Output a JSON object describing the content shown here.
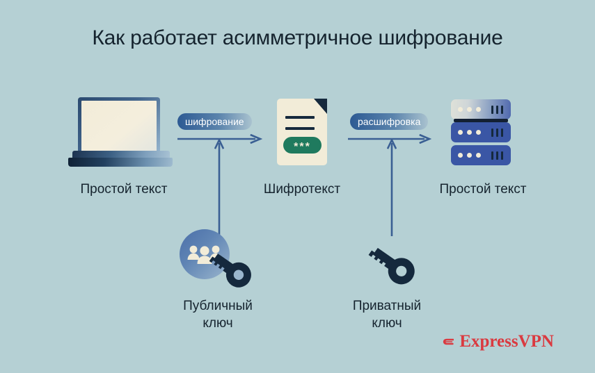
{
  "page": {
    "title": "Как работает асимметричное шифрование",
    "background_color": "#b5d0d4",
    "text_color": "#15232e"
  },
  "diagram": {
    "nodes": [
      {
        "id": "plaintext-source",
        "icon": "laptop-icon",
        "caption": "Простой текст"
      },
      {
        "id": "ciphertext",
        "icon": "document-icon",
        "caption": "Шифротекст",
        "document_masked_value": "***"
      },
      {
        "id": "plaintext-destination",
        "icon": "server-icon",
        "caption": "Простой текст"
      }
    ],
    "processes": [
      {
        "id": "encrypt",
        "label": "шифрование"
      },
      {
        "id": "decrypt",
        "label": "расшифровка"
      }
    ],
    "keys": [
      {
        "id": "public-key",
        "icon": "public-key-icon",
        "caption": "Публичный\nключ"
      },
      {
        "id": "private-key",
        "icon": "private-key-icon",
        "caption": "Приватный\nключ"
      }
    ],
    "colors": {
      "arrow": "#3a5f93",
      "pill_gradient_start": "#2d5a93",
      "pill_gradient_end": "#a9c2cf",
      "dark_navy": "#15293d",
      "cream": "#f2ecd8",
      "green": "#1f7a5e",
      "server_blue": "#3a56a5",
      "brand_red": "#da3a40"
    }
  },
  "branding": {
    "logo_text": "ExpressVPN",
    "logo_mark": "expressvpn-e-mark-icon"
  }
}
